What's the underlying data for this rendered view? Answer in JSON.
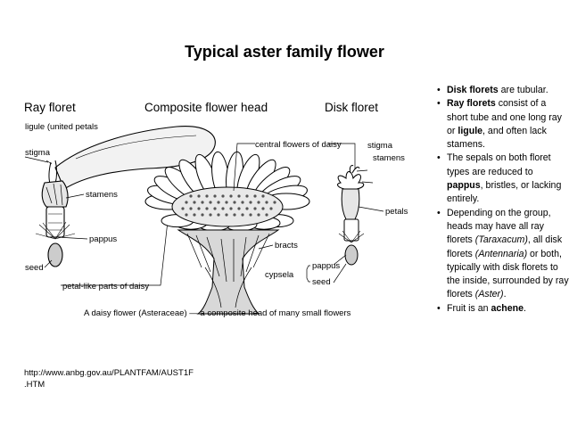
{
  "slide": {
    "title": "Typical aster family flower",
    "sections": {
      "ray": "Ray floret",
      "composite": "Composite flower head",
      "disk": "Disk floret"
    }
  },
  "diagram": {
    "labels": {
      "ligule": "ligule (united petals",
      "stigma_left": "stigma",
      "stamens_left": "stamens",
      "pappus_left": "pappus",
      "seed_left": "seed",
      "petal_like": "petal-like parts of daisy",
      "central_flowers": "central flowers of daisy",
      "bracts": "bracts",
      "cypsela": "cypsela",
      "pappus_right": "pappus",
      "seed_right": "seed",
      "stigma_right": "stigma",
      "stamens_right": "stamens",
      "petals": "petals"
    },
    "caption": "A daisy flower (Asteraceae) — a composite head of many small flowers"
  },
  "notes": [
    {
      "parts": [
        {
          "t": "Disk florets",
          "b": true
        },
        {
          "t": " are tubular."
        }
      ]
    },
    {
      "parts": [
        {
          "t": "Ray florets",
          "b": true
        },
        {
          "t": " consist of a short tube and one long ray or "
        },
        {
          "t": "ligule",
          "b": true
        },
        {
          "t": ", and often lack stamens."
        }
      ]
    },
    {
      "parts": [
        {
          "t": "The sepals on both floret types are reduced to "
        },
        {
          "t": "pappus",
          "b": true
        },
        {
          "t": ", bristles, or lacking entirely."
        }
      ]
    },
    {
      "parts": [
        {
          "t": "Depending on the group, heads may have all ray florets "
        },
        {
          "t": "(Taraxacum)",
          "i": true
        },
        {
          "t": ", all disk florets "
        },
        {
          "t": "(Antennaria)",
          "i": true
        },
        {
          "t": " or both, typically with disk florets to the inside, surrounded by ray florets "
        },
        {
          "t": "(Aster)",
          "i": true
        },
        {
          "t": "."
        }
      ]
    },
    {
      "parts": [
        {
          "t": "Fruit is an "
        },
        {
          "t": "achene",
          "b": true
        },
        {
          "t": "."
        }
      ]
    }
  ],
  "source": {
    "line1": "http://www.anbg.gov.au/PLANTFAM/AUST1F",
    "line2": ".HTM"
  }
}
